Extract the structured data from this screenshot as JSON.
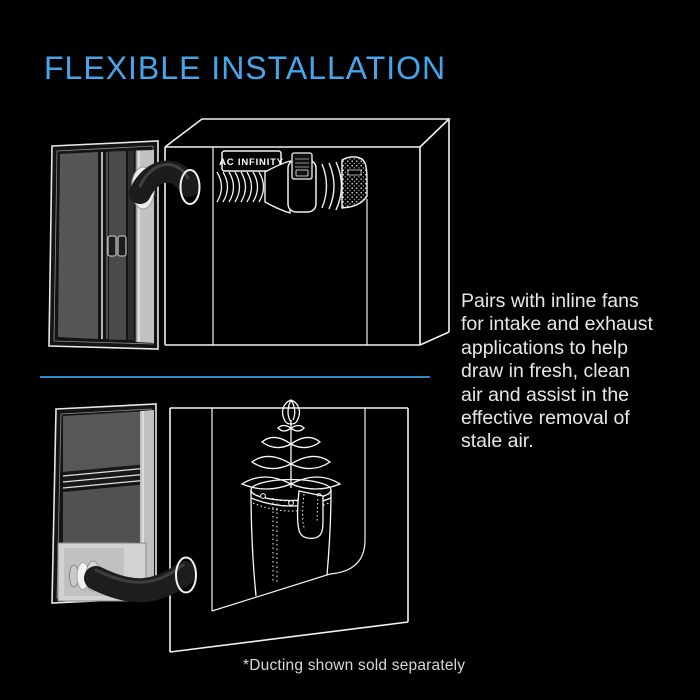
{
  "title": {
    "text": "FLEXIBLE INSTALLATION"
  },
  "description": {
    "lines": [
      "Pairs with inline fans",
      "for intake and exhaust",
      "applications to help",
      "draw in fresh, clean",
      "air and assist in the",
      "effective removal of",
      "stale air."
    ]
  },
  "diagrams": {
    "top": {
      "tent_label": "AC INFINITY"
    }
  },
  "footnote": {
    "text": "*Ducting shown sold separately"
  },
  "colors": {
    "bg": "#000000",
    "accent": "#45a6ec",
    "divider": "#2b87c8",
    "text": "#e7e7e7",
    "muted": "#d8d8d8",
    "line": "#f2f2f2"
  }
}
